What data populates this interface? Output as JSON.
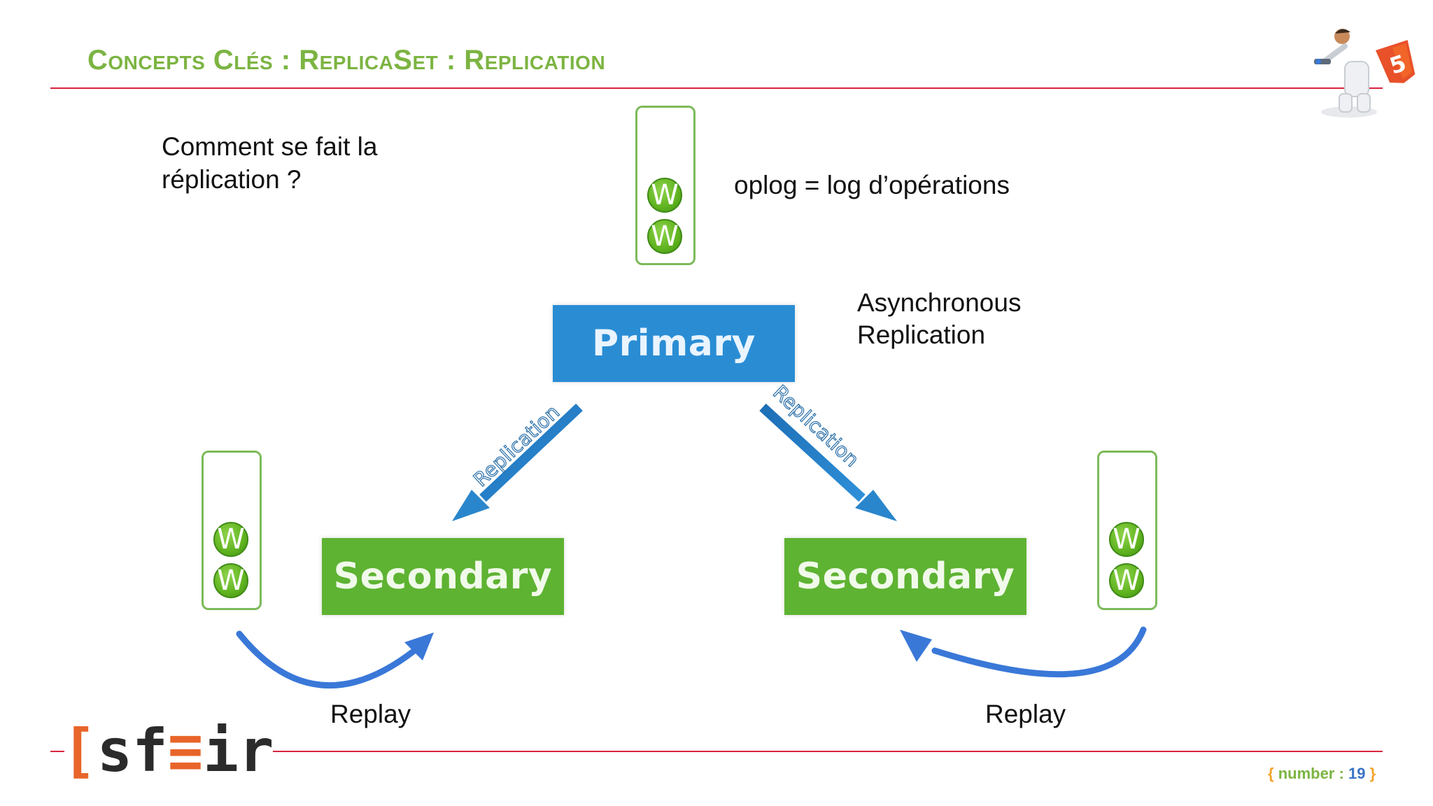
{
  "slide": {
    "title": "Concepts Clés : ReplicaSet : Replication",
    "question": "Comment se fait la réplication ?",
    "oplog_label": "oplog = log d’opérations",
    "async_label": "Asynchronous Replication",
    "replay_left": "Replay",
    "replay_right": "Replay"
  },
  "diagram": {
    "primary_label": "Primary",
    "secondary_left_label": "Secondary",
    "secondary_right_label": "Secondary",
    "arrow_left_label": "Replication",
    "arrow_right_label": "Replication",
    "w_glyph": "W"
  },
  "footer": {
    "logo_text": "[sf≡ir]",
    "page_open": "{",
    "page_key": "number",
    "page_sep": ":",
    "page_value": "19",
    "page_close": "}"
  },
  "colors": {
    "title_green": "#7cb442",
    "rule_red": "#d9243d",
    "primary_blue": "#2a8dd4",
    "secondary_green": "#5eb332",
    "curve_blue": "#3a78d8",
    "logo_orange": "#e8652a"
  }
}
